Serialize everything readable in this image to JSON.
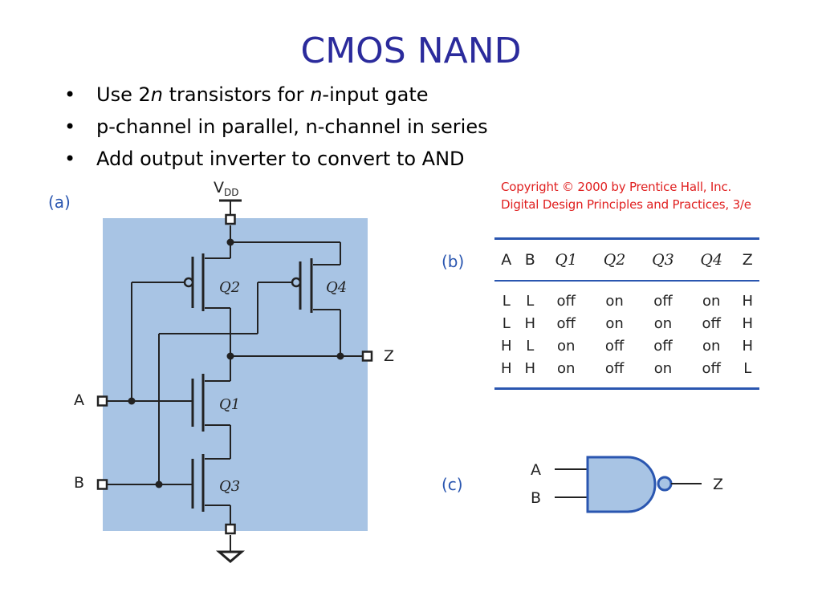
{
  "title": "CMOS NAND",
  "bullets": [
    {
      "pre": "Use 2",
      "em1": "n",
      "mid": " transistors for ",
      "em2": "n",
      "post": "-input gate"
    },
    {
      "pre": "p-channel in parallel, n-channel in series"
    },
    {
      "pre": "Add output inverter to convert to AND"
    }
  ],
  "bullet_symbol": "•",
  "copyright": {
    "line1": "Copyright © 2000 by Prentice Hall, Inc.",
    "line2": "Digital Design Principles and Practices, 3/e"
  },
  "panel_labels": {
    "a": "(a)",
    "b": "(b)",
    "c": "(c)"
  },
  "schematic": {
    "vdd_main": "V",
    "vdd_sub": "DD",
    "transistors": {
      "q1": "Q1",
      "q2": "Q2",
      "q3": "Q3",
      "q4": "Q4"
    },
    "input_a": "A",
    "input_b": "B",
    "output_z": "Z"
  },
  "truth_table": {
    "headers": [
      "A",
      "B",
      "Q1",
      "Q2",
      "Q3",
      "Q4",
      "Z"
    ],
    "rows": [
      [
        "L",
        "L",
        "off",
        "on",
        "off",
        "on",
        "H"
      ],
      [
        "L",
        "H",
        "off",
        "on",
        "on",
        "off",
        "H"
      ],
      [
        "H",
        "L",
        "on",
        "off",
        "off",
        "on",
        "H"
      ],
      [
        "H",
        "H",
        "on",
        "off",
        "on",
        "off",
        "L"
      ]
    ]
  },
  "gate_symbol": {
    "input_a": "A",
    "input_b": "B",
    "output": "Z"
  },
  "colors": {
    "title": "#2b2b9c",
    "panel_fill": "#a8c4e4",
    "accent": "#2a56b0",
    "copyright": "#e02020",
    "gate_fill": "#a8c4e4"
  }
}
